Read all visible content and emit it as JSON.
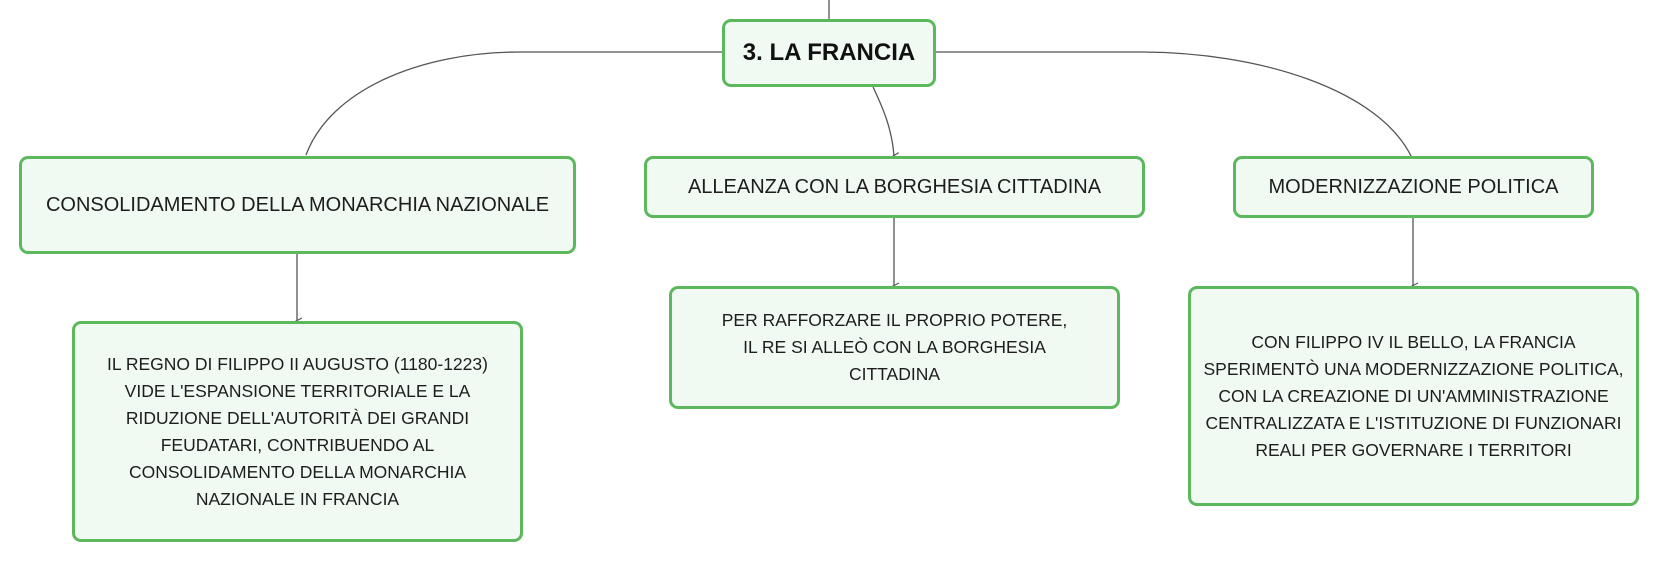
{
  "root": {
    "title": "3. LA FRANCIA"
  },
  "topics": [
    {
      "label": "CONSOLIDAMENTO DELLA MONARCHIA NAZIONALE",
      "detail": "IL REGNO DI FILIPPO II AUGUSTO (1180-1223) VIDE L'ESPANSIONE TERRITORIALE E LA RIDUZIONE DELL'AUTORITÀ DEI GRANDI FEUDATARI, CONTRIBUENDO AL CONSOLIDAMENTO DELLA MONARCHIA NAZIONALE IN FRANCIA"
    },
    {
      "label": "ALLEANZA CON LA BORGHESIA CITTADINA",
      "detail": "PER RAFFORZARE IL PROPRIO POTERE, IL RE SI ALLEÒ CON LA BORGHESIA CITTADINA"
    },
    {
      "label": "MODERNIZZAZIONE POLITICA",
      "detail": "CON FILIPPO IV IL BELLO, LA FRANCIA SPERIMENTÒ UNA MODERNIZZAZIONE POLITICA, CON LA CREAZIONE DI UN'AMMINISTRAZIONE CENTRALIZZATA E L'ISTITUZIONE DI FUNZIONARI REALI PER GOVERNARE I TERRITORI"
    }
  ],
  "colors": {
    "node_border": "#5cb85c",
    "node_fill": "#f1f9f3",
    "connector": "#555555"
  }
}
